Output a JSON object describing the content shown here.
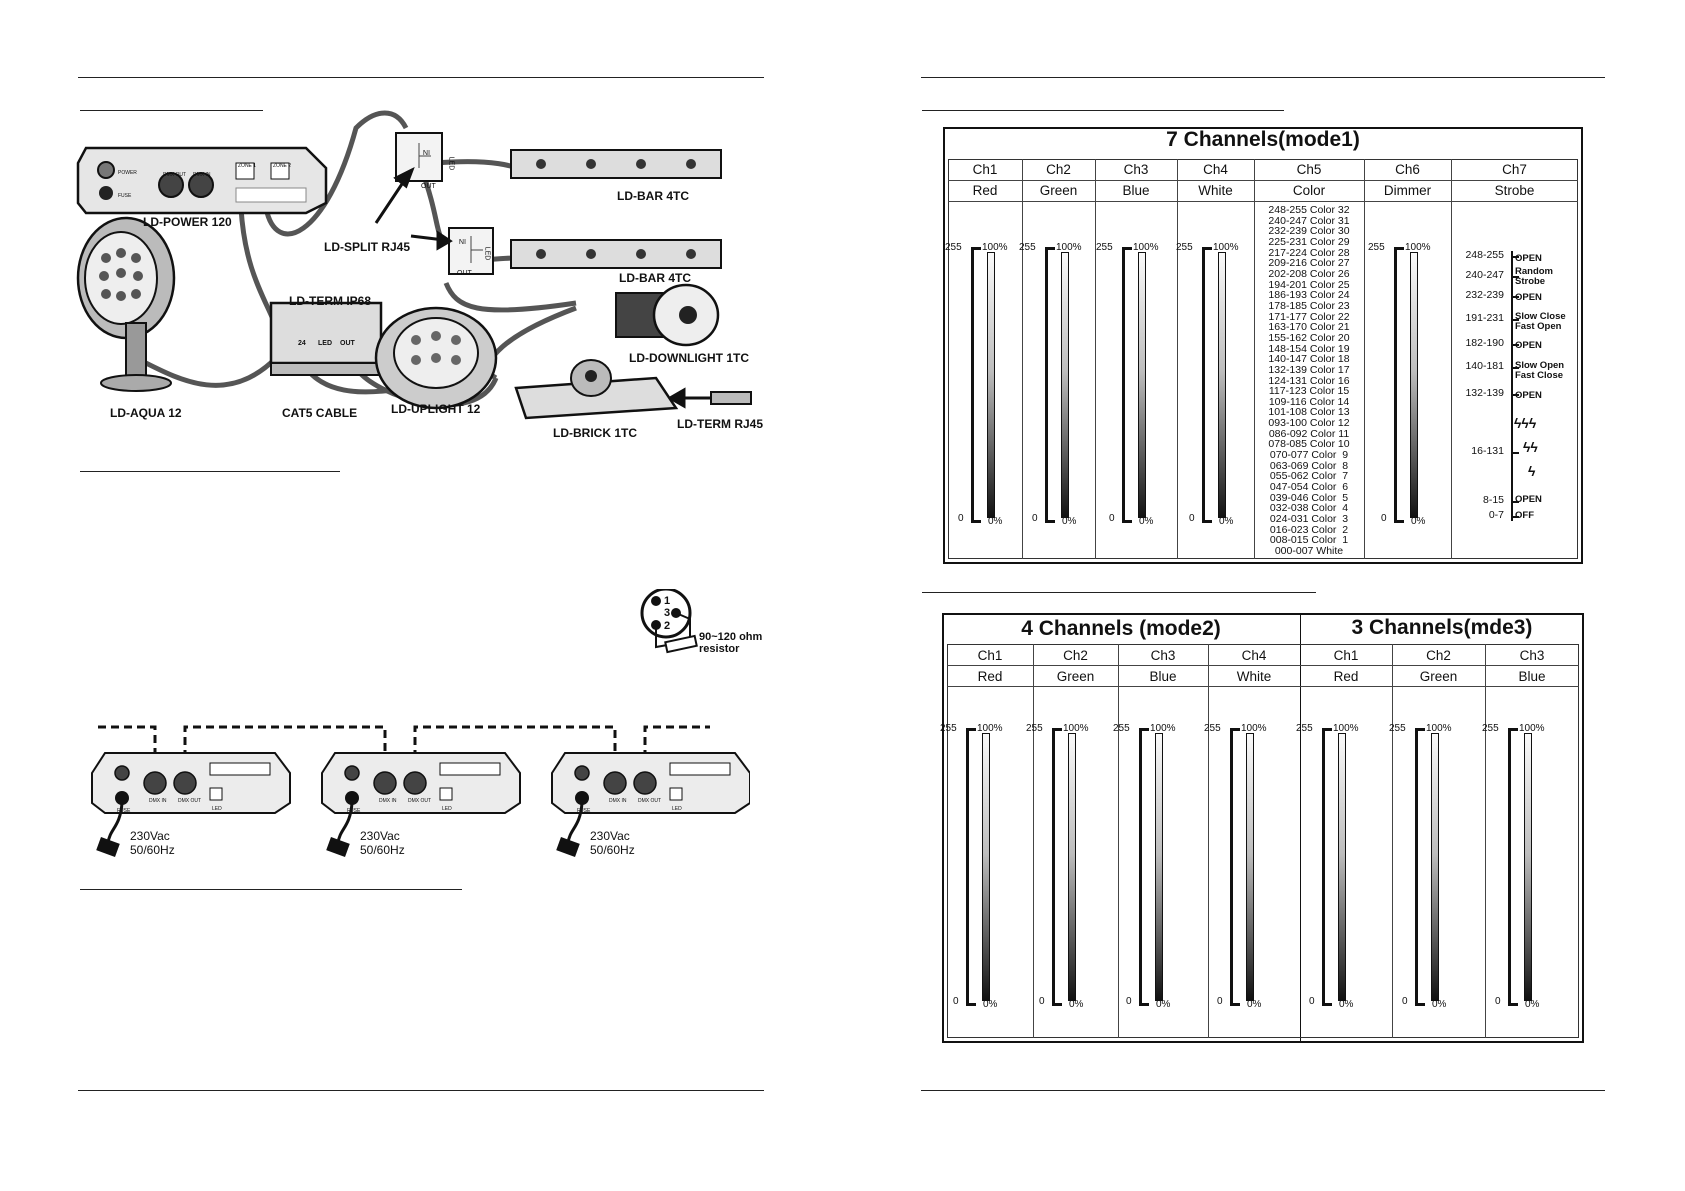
{
  "left_page": {
    "wiring_labels": {
      "power": "LD-POWER 120",
      "split": "LD-SPLIT RJ45",
      "bar1": "LD-BAR 4TC",
      "bar2": "LD-BAR 4TC",
      "term_ip68": "LD-TERM IP68",
      "downlight": "LD-DOWNLIGHT 1TC",
      "aqua": "LD-AQUA 12",
      "cat5": "CAT5 CABLE",
      "uplight": "LD-UPLIGHT 12",
      "brick": "LD-BRICK 1TC",
      "term_rj45": "LD-TERM RJ45",
      "power_panel": [
        "POWER",
        "FUSE",
        "DMX OUT",
        "DMX IN",
        "ZONE 1",
        "ZONE 2"
      ],
      "ip68_ports": [
        "24",
        "LED",
        "OUT"
      ],
      "split_ports": [
        "IN",
        "LED",
        "OUT"
      ]
    },
    "xlr": {
      "pins": [
        "1",
        "3",
        "2"
      ],
      "resistor": "90~120 ohm",
      "resistor2": "resistor"
    },
    "daisy_units": [
      {
        "voltage": "230Vac",
        "freq": "50/60Hz",
        "ports": [
          "FUSE",
          "DMX IN",
          "DMX OUT",
          "LED"
        ]
      },
      {
        "voltage": "230Vac",
        "freq": "50/60Hz",
        "ports": [
          "FUSE",
          "DMX IN",
          "DMX OUT",
          "LED"
        ]
      },
      {
        "voltage": "230Vac",
        "freq": "50/60Hz",
        "ports": [
          "FUSE",
          "DMX IN",
          "DMX OUT",
          "LED"
        ]
      }
    ]
  },
  "mode1": {
    "title": "7 Channels(mode1)",
    "channels": [
      {
        "ch": "Ch1",
        "name": "Red"
      },
      {
        "ch": "Ch2",
        "name": "Green"
      },
      {
        "ch": "Ch3",
        "name": "Blue"
      },
      {
        "ch": "Ch4",
        "name": "White"
      },
      {
        "ch": "Ch5",
        "name": "Color"
      },
      {
        "ch": "Ch6",
        "name": "Dimmer"
      },
      {
        "ch": "Ch7",
        "name": "Strobe"
      }
    ],
    "scale": {
      "top": "255",
      "top_pct": "100%",
      "bottom": "0",
      "bottom_pct": "0%"
    },
    "color_list": [
      "248-255 Color 32",
      "240-247 Color 31",
      "232-239 Color 30",
      "225-231 Color 29",
      "217-224 Color 28",
      "209-216 Color 27",
      "202-208 Color 26",
      "194-201 Color 25",
      "186-193 Color 24",
      "178-185 Color 23",
      "171-177 Color 22",
      "163-170 Color 21",
      "155-162 Color 20",
      "148-154 Color 19",
      "140-147 Color 18",
      "132-139 Color 17",
      "124-131 Color 16",
      "117-123 Color 15",
      "109-116 Color 14",
      "101-108 Color 13",
      "093-100 Color 12",
      "086-092 Color 11",
      "078-085 Color 10",
      "070-077 Color  9",
      "063-069 Color  8",
      "055-062 Color  7",
      "047-054 Color  6",
      "039-046 Color  5",
      "032-038 Color  4",
      "024-031 Color  3",
      "016-023 Color  2",
      "008-015 Color  1",
      "000-007 White"
    ],
    "strobe": [
      {
        "range": "248-255",
        "desc": [
          "OPEN"
        ]
      },
      {
        "range": "240-247",
        "desc": [
          "Random",
          "Strobe"
        ]
      },
      {
        "range": "232-239",
        "desc": [
          "OPEN"
        ]
      },
      {
        "range": "191-231",
        "desc": [
          "Slow Close",
          "Fast Open"
        ]
      },
      {
        "range": "182-190",
        "desc": [
          "OPEN"
        ]
      },
      {
        "range": "140-181",
        "desc": [
          "Slow Open",
          "Fast Close"
        ]
      },
      {
        "range": "132-139",
        "desc": [
          "OPEN"
        ]
      },
      {
        "range": "16-131",
        "desc": []
      },
      {
        "range": "8-15",
        "desc": [
          "OPEN"
        ]
      },
      {
        "range": "0-7",
        "desc": [
          "OFF"
        ]
      }
    ]
  },
  "mode2": {
    "title": "4 Channels (mode2)",
    "channels": [
      {
        "ch": "Ch1",
        "name": "Red"
      },
      {
        "ch": "Ch2",
        "name": "Green"
      },
      {
        "ch": "Ch3",
        "name": "Blue"
      },
      {
        "ch": "Ch4",
        "name": "White"
      }
    ]
  },
  "mode3": {
    "title": "3 Channels(mde3)",
    "channels": [
      {
        "ch": "Ch1",
        "name": "Red"
      },
      {
        "ch": "Ch2",
        "name": "Green"
      },
      {
        "ch": "Ch3",
        "name": "Blue"
      }
    ]
  }
}
